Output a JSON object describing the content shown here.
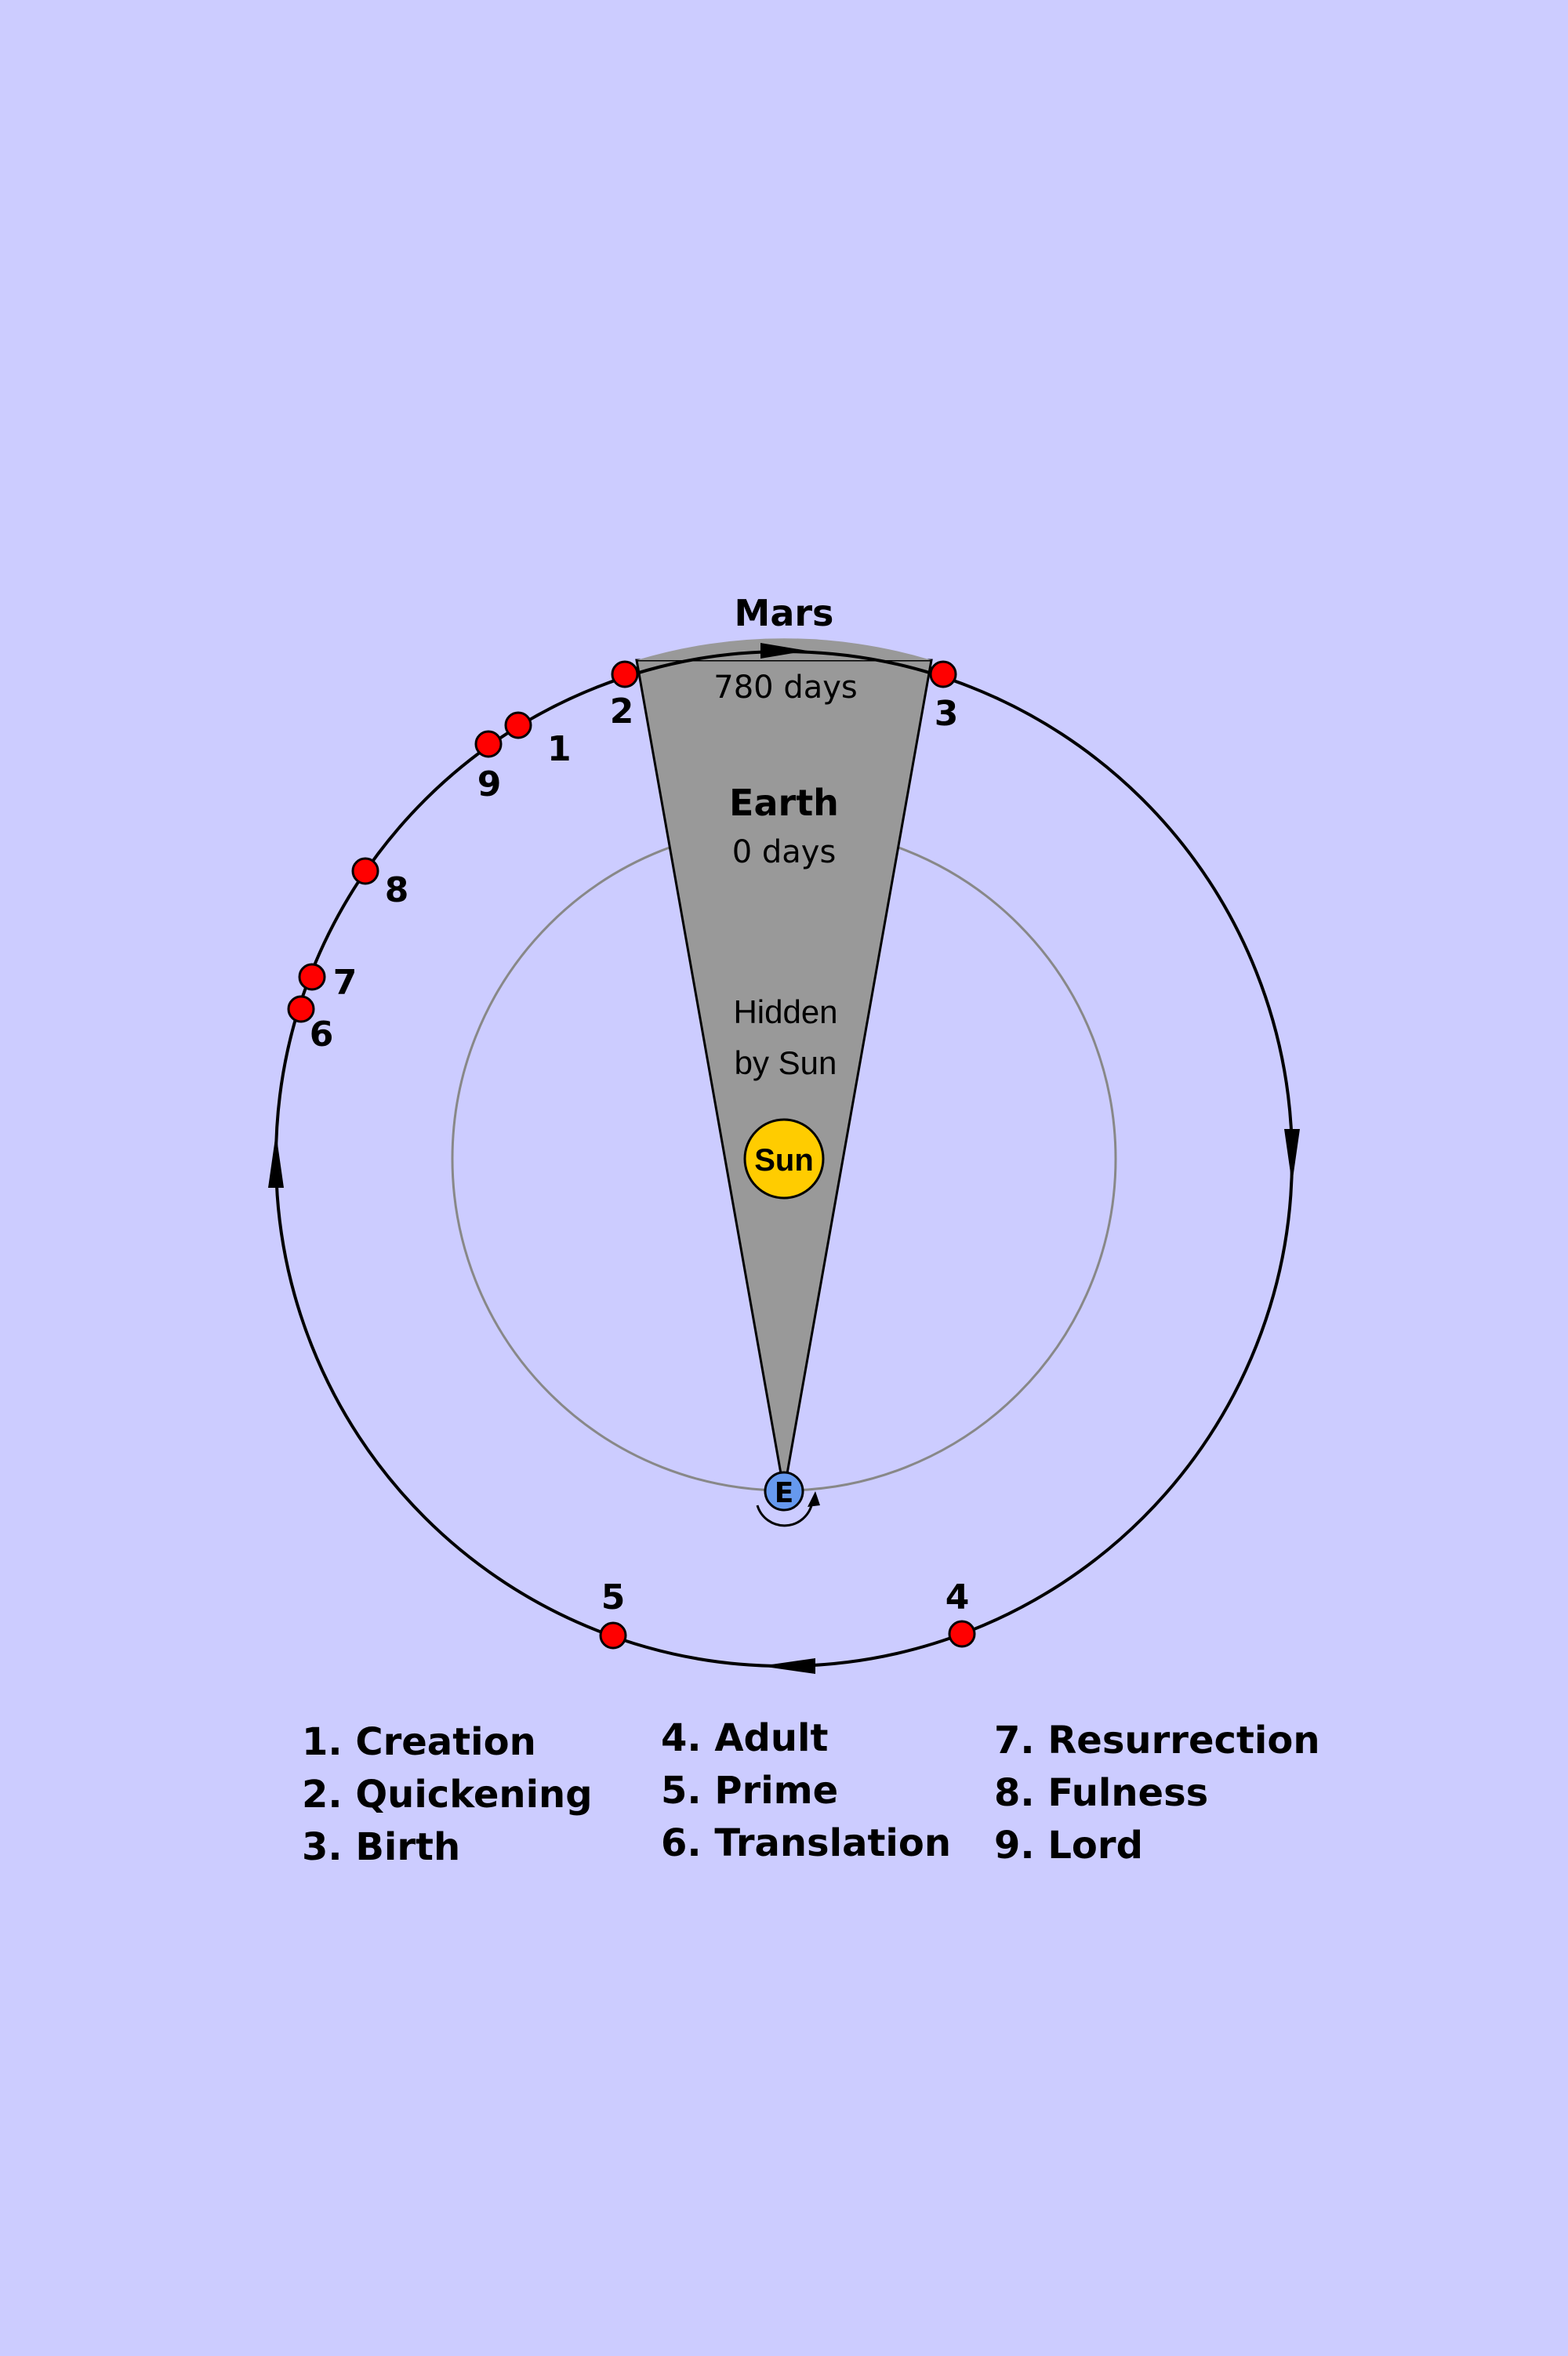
{
  "colors": {
    "background": "#ccccff",
    "shadow": "#999999",
    "marker": "#ff0000",
    "sun": "#ffcc00",
    "earth": "#6699ee"
  },
  "labels": {
    "mars": "Mars",
    "mars_days": "780 days",
    "earth": "Earth",
    "earth_days": "0 days",
    "hidden_line1": "Hidden",
    "hidden_line2": "by Sun",
    "sun": "Sun",
    "earth_marker": "E"
  },
  "markers": [
    {
      "id": 1,
      "label": "1"
    },
    {
      "id": 2,
      "label": "2"
    },
    {
      "id": 3,
      "label": "3"
    },
    {
      "id": 4,
      "label": "4"
    },
    {
      "id": 5,
      "label": "5"
    },
    {
      "id": 6,
      "label": "6"
    },
    {
      "id": 7,
      "label": "7"
    },
    {
      "id": 8,
      "label": "8"
    },
    {
      "id": 9,
      "label": "9"
    }
  ],
  "legend": [
    {
      "text": "1. Creation"
    },
    {
      "text": "2. Quickening"
    },
    {
      "text": "3. Birth"
    },
    {
      "text": "4. Adult"
    },
    {
      "text": "5. Prime"
    },
    {
      "text": "6. Translation"
    },
    {
      "text": "7. Resurrection"
    },
    {
      "text": "8. Fulness"
    },
    {
      "text": "9. Lord"
    }
  ]
}
